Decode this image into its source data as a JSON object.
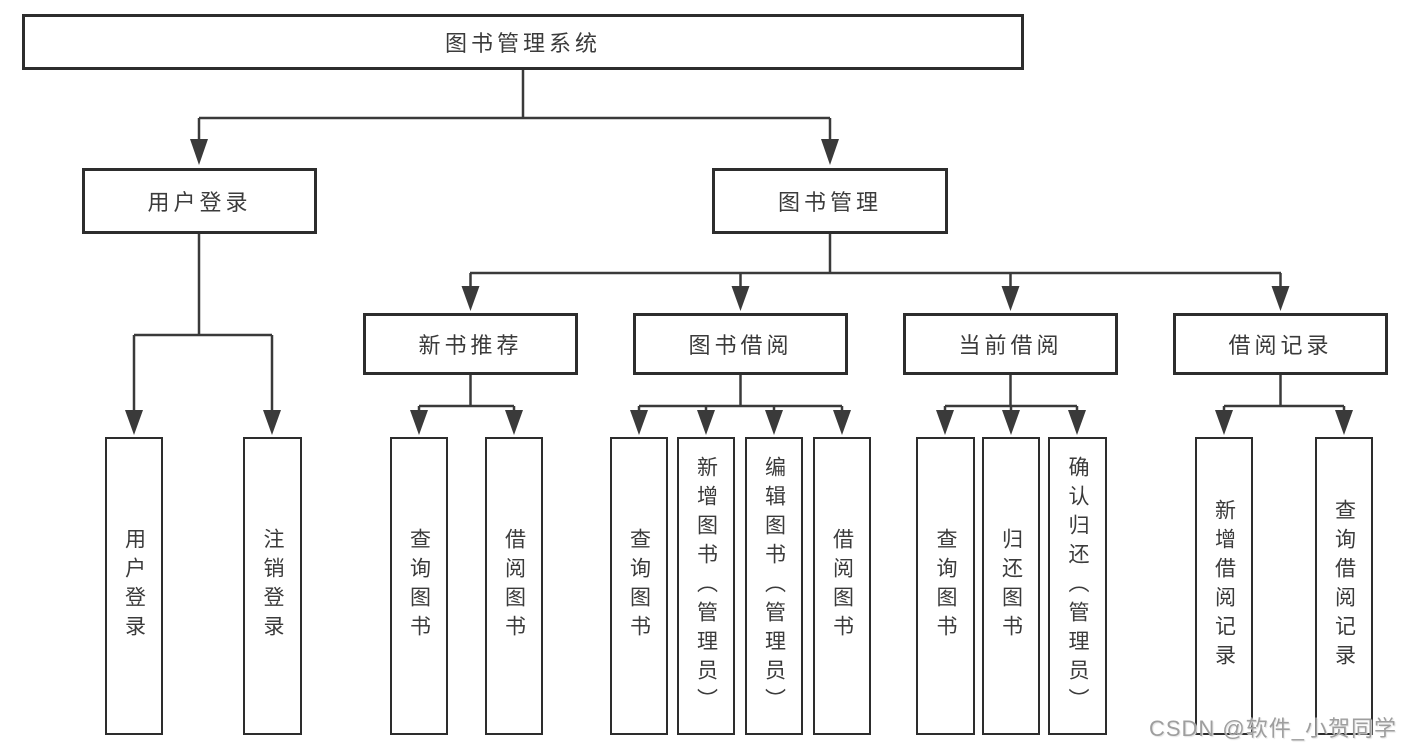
{
  "diagram": {
    "title": "图书管理系统",
    "root": {
      "label": "图书管理系统"
    },
    "level1": {
      "user_login": {
        "label": "用户登录"
      },
      "book_management": {
        "label": "图书管理"
      }
    },
    "level2": {
      "new_books": {
        "label": "新书推荐"
      },
      "book_borrow": {
        "label": "图书借阅"
      },
      "current_borrow": {
        "label": "当前借阅"
      },
      "borrow_records": {
        "label": "借阅记录"
      }
    },
    "leaves": {
      "user_login": [
        "用户登录",
        "注销登录"
      ],
      "new_books": [
        "查询图书",
        "借阅图书"
      ],
      "book_borrow": [
        "查询图书",
        "新增图书（管理员）",
        "编辑图书（管理员）",
        "借阅图书"
      ],
      "current_borrow": [
        "查询图书",
        "归还图书",
        "确认归还（管理员）"
      ],
      "borrow_records": [
        "新增借阅记录",
        "查询借阅记录"
      ]
    },
    "watermark": "CSDN @软件_小贺同学"
  }
}
